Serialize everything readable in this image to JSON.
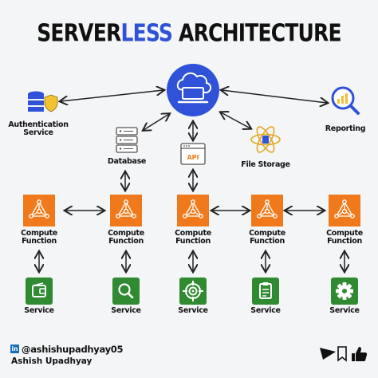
{
  "title": {
    "prefix": "SERVER",
    "accent": "LESS",
    "suffix": " ARCHITECTURE"
  },
  "nodes": {
    "cloud_icon": "cloud-computer-icon",
    "auth_label_line1": "Authentication",
    "auth_label_line2": "Service",
    "reporting_label": "Reporting",
    "database_label": "Database",
    "api_label": "API",
    "file_storage_label": "File Storage"
  },
  "compute_functions": [
    {
      "line1": "Compute",
      "line2": "Function"
    },
    {
      "line1": "Compute",
      "line2": "Function"
    },
    {
      "line1": "Compute",
      "line2": "Function"
    },
    {
      "line1": "Compute",
      "line2": "Function"
    },
    {
      "line1": "Compute",
      "line2": "Function"
    }
  ],
  "services": [
    {
      "label": "Service",
      "icon": "wallet-icon"
    },
    {
      "label": "Service",
      "icon": "search-icon"
    },
    {
      "label": "Service",
      "icon": "target-icon"
    },
    {
      "label": "Service",
      "icon": "clipboard-icon"
    },
    {
      "label": "Service",
      "icon": "gear-icon"
    }
  ],
  "footer": {
    "linkedin_badge": "in",
    "handle": "@ashishupadhyay05",
    "name": "Ashish Upadhyay"
  },
  "colors": {
    "accent_blue": "#2f52d8",
    "compute_orange": "#f07a1b",
    "service_green": "#2f8a31",
    "background": "#f4f5f7"
  }
}
